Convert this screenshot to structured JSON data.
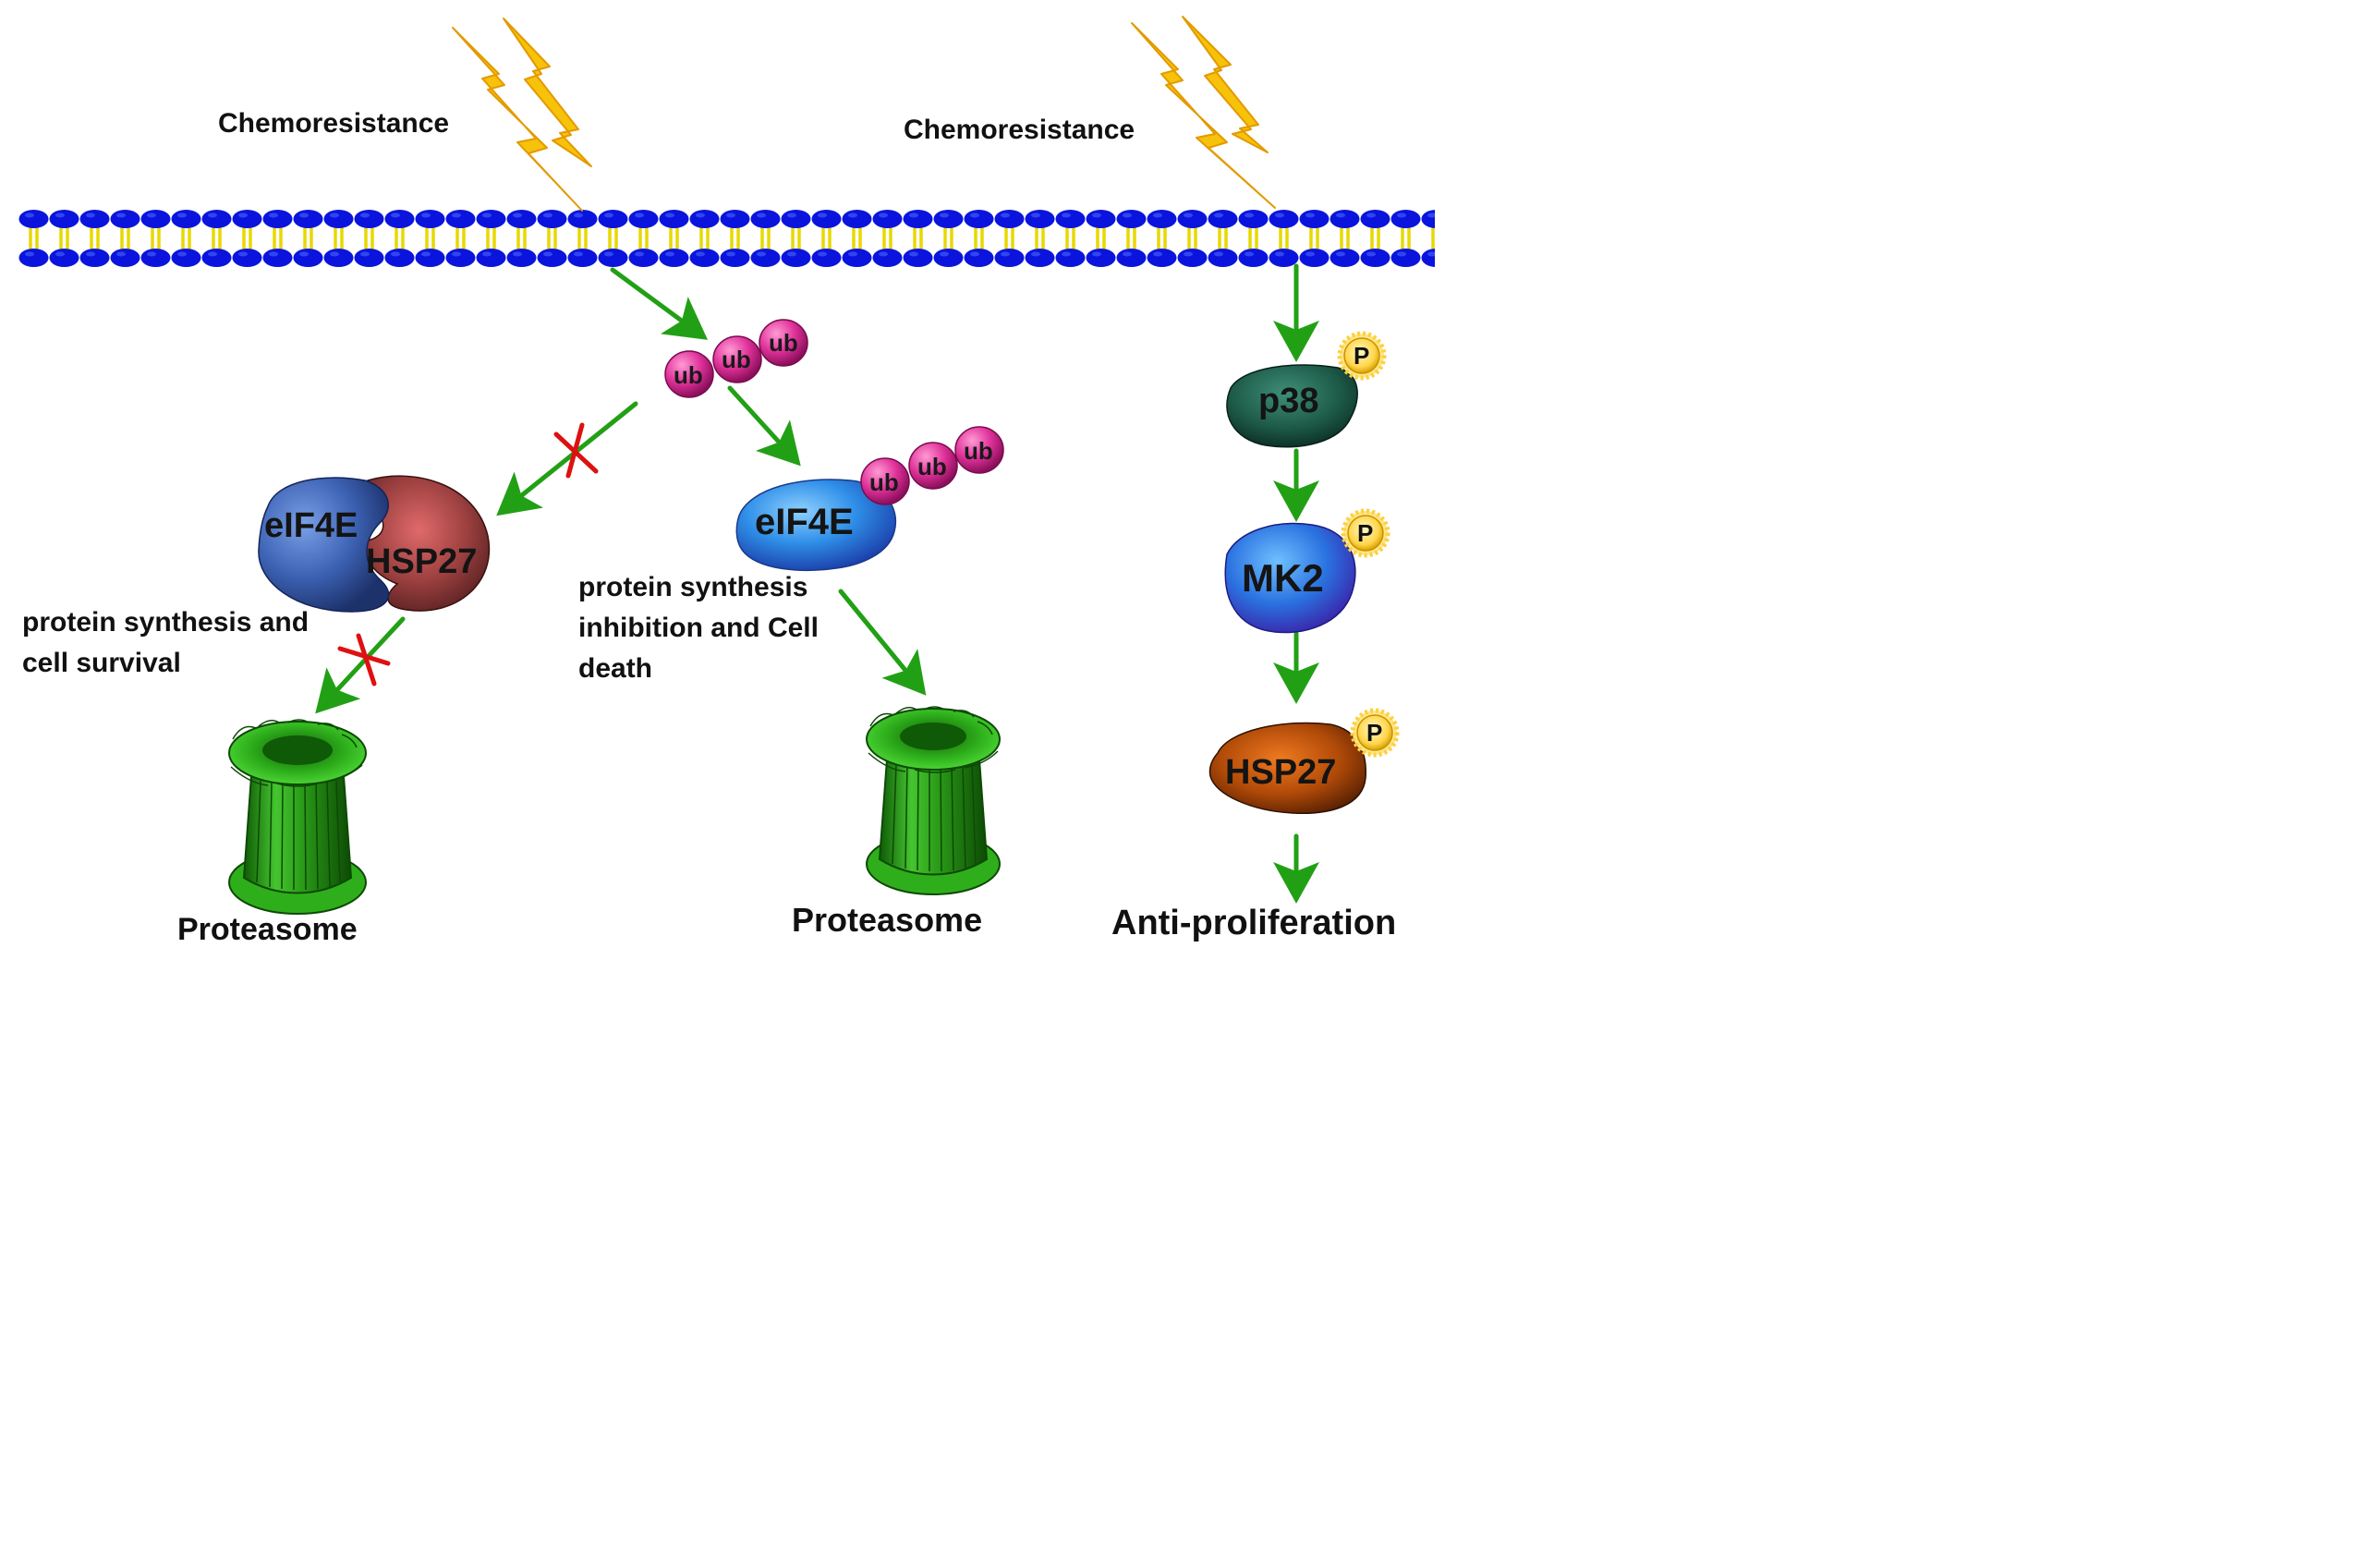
{
  "labels": {
    "chemoresistance_left": "Chemoresistance",
    "chemoresistance_right": "Chemoresistance",
    "ub": "ub",
    "eif4e_complex": "eIF4E",
    "hsp27_complex": "HSP27",
    "eif4e_free": "eIF4E",
    "p38": "p38",
    "mk2": "MK2",
    "hsp27_right": "HSP27",
    "phospho": "P",
    "survival_line1": "protein synthesis and",
    "survival_line2": "cell survival",
    "death_line1": "protein synthesis",
    "death_line2": "inhibition and Cell",
    "death_line3": "death",
    "proteasome_left": "Proteasome",
    "proteasome_right": "Proteasome",
    "anti_proliferation": "Anti-proliferation"
  },
  "colors": {
    "membrane_head": "#0a14dc",
    "membrane_tail": "#f0e000",
    "arrow": "#22a015",
    "inhibit_cross": "#dd1111",
    "lightning": "#f5b800",
    "ubiquitin": "#e0329a",
    "proteasome": "#33b820",
    "phosphate": "#ffd64d"
  }
}
